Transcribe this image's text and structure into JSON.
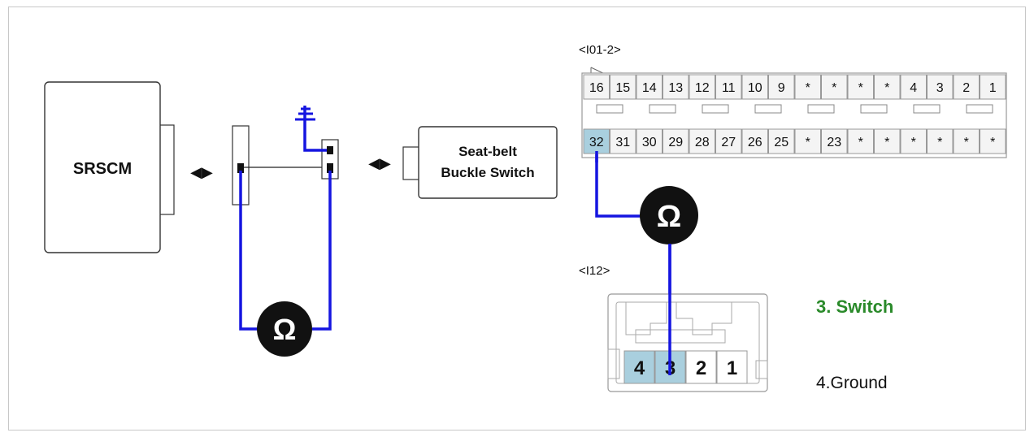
{
  "colors": {
    "wire": "#1515e0",
    "meter": "#111111",
    "highlight": "#a9cfde",
    "pin_bg": "#f4f4f4",
    "connector_body": "#e9e9e9",
    "label_green": "#2a8a2a"
  },
  "srscm": {
    "label": "SRSCM"
  },
  "seatbelt": {
    "label_line1": "Seat-belt",
    "label_line2": "Buckle Switch"
  },
  "arrows": {
    "left": "◀▶",
    "right": "◀▶"
  },
  "meter_symbol": "Ω",
  "connector_i01": {
    "label": "<I01-2>",
    "top_row": [
      "16",
      "15",
      "14",
      "13",
      "12",
      "11",
      "10",
      "9",
      "*",
      "*",
      "*",
      "*",
      "4",
      "3",
      "2",
      "1"
    ],
    "bottom_row": [
      "32",
      "31",
      "30",
      "29",
      "28",
      "27",
      "26",
      "25",
      "*",
      "23",
      "*",
      "*",
      "*",
      "*",
      "*",
      "*"
    ],
    "highlighted_pin": "32"
  },
  "connector_i12": {
    "label": "<I12>",
    "pins": [
      "4",
      "3",
      "2",
      "1"
    ],
    "highlighted_pins": [
      "4",
      "3"
    ]
  },
  "legend": {
    "switch": "3. Switch",
    "ground": "4.Ground"
  }
}
